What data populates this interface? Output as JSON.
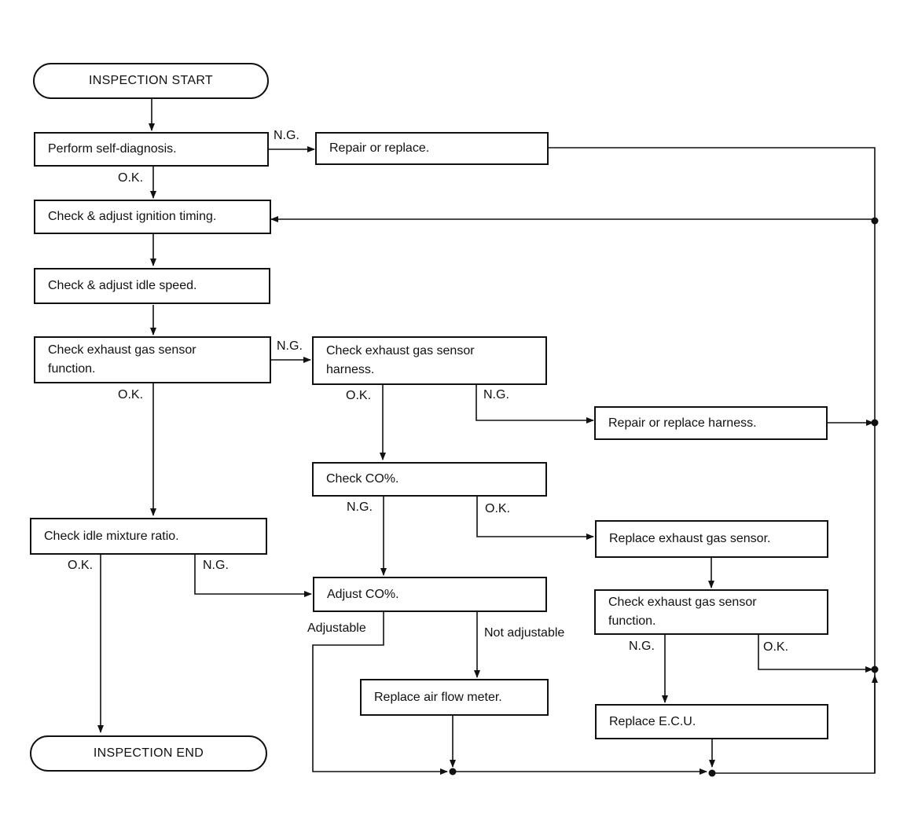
{
  "terminals": {
    "start": "INSPECTION START",
    "end": "INSPECTION END"
  },
  "steps": {
    "self_diagnosis": "Perform self-diagnosis.",
    "repair_replace": "Repair or replace.",
    "ignition_timing": "Check & adjust ignition timing.",
    "idle_speed": "Check & adjust idle speed.",
    "egs_function_1": "Check exhaust gas sensor",
    "egs_function_2": "function.",
    "egs_harness_1": "Check exhaust gas sensor",
    "egs_harness_2": "harness.",
    "repair_harness": "Repair or replace harness.",
    "check_co": "Check CO%.",
    "replace_egs": "Replace exhaust gas sensor.",
    "idle_mixture": "Check idle mixture ratio.",
    "adjust_co": "Adjust CO%.",
    "recheck_egs_1": "Check exhaust gas sensor",
    "recheck_egs_2": "function.",
    "replace_afm": "Replace air flow meter.",
    "replace_ecu": "Replace E.C.U."
  },
  "labels": {
    "ng": "N.G.",
    "ok": "O.K.",
    "adjustable": "Adjustable",
    "not_adjustable": "Not adjustable"
  },
  "colors": {
    "ink": "#111111",
    "paper": "#ffffff"
  }
}
